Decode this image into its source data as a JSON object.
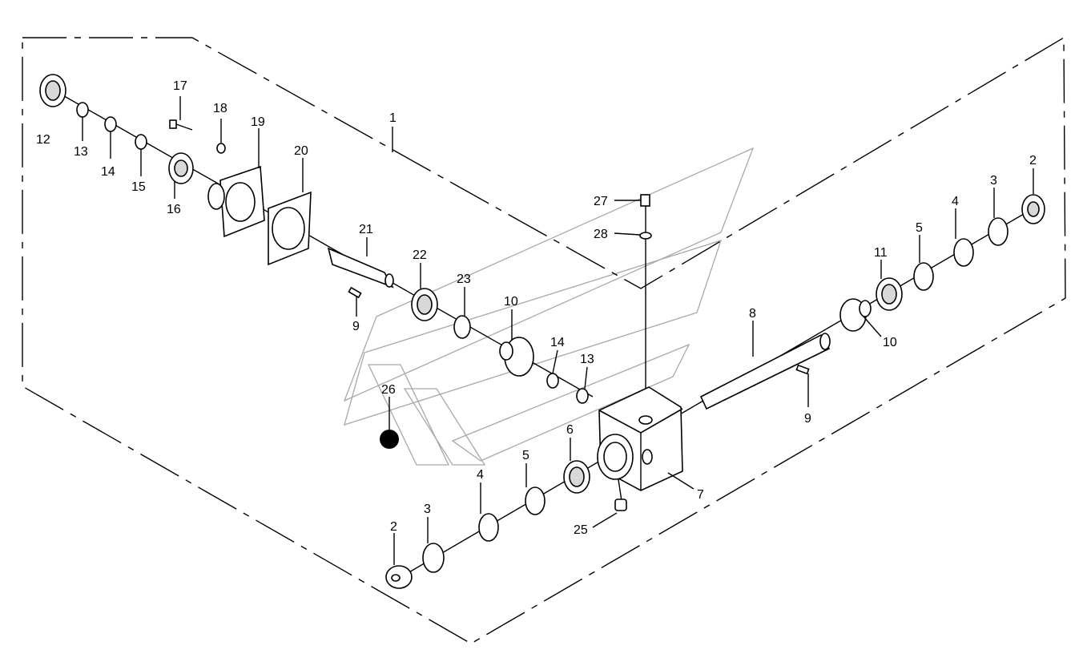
{
  "diagram": {
    "callouts": [
      {
        "id": "c1",
        "text": "1"
      },
      {
        "id": "c2a",
        "text": "2"
      },
      {
        "id": "c2b",
        "text": "2"
      },
      {
        "id": "c3a",
        "text": "3"
      },
      {
        "id": "c3b",
        "text": "3"
      },
      {
        "id": "c4a",
        "text": "4"
      },
      {
        "id": "c4b",
        "text": "4"
      },
      {
        "id": "c5a",
        "text": "5"
      },
      {
        "id": "c5b",
        "text": "5"
      },
      {
        "id": "c6",
        "text": "6"
      },
      {
        "id": "c7",
        "text": "7"
      },
      {
        "id": "c8",
        "text": "8"
      },
      {
        "id": "c9a",
        "text": "9"
      },
      {
        "id": "c9b",
        "text": "9"
      },
      {
        "id": "c10a",
        "text": "10"
      },
      {
        "id": "c10b",
        "text": "10"
      },
      {
        "id": "c11",
        "text": "11"
      },
      {
        "id": "c12",
        "text": "12"
      },
      {
        "id": "c13a",
        "text": "13"
      },
      {
        "id": "c13b",
        "text": "13"
      },
      {
        "id": "c14a",
        "text": "14"
      },
      {
        "id": "c14b",
        "text": "14"
      },
      {
        "id": "c15",
        "text": "15"
      },
      {
        "id": "c16",
        "text": "16"
      },
      {
        "id": "c17",
        "text": "17"
      },
      {
        "id": "c18",
        "text": "18"
      },
      {
        "id": "c19",
        "text": "19"
      },
      {
        "id": "c20",
        "text": "20"
      },
      {
        "id": "c21",
        "text": "21"
      },
      {
        "id": "c22",
        "text": "22"
      },
      {
        "id": "c23",
        "text": "23"
      },
      {
        "id": "c25",
        "text": "25"
      },
      {
        "id": "c26",
        "text": "26"
      },
      {
        "id": "c27",
        "text": "27"
      },
      {
        "id": "c28",
        "text": "28"
      }
    ]
  }
}
